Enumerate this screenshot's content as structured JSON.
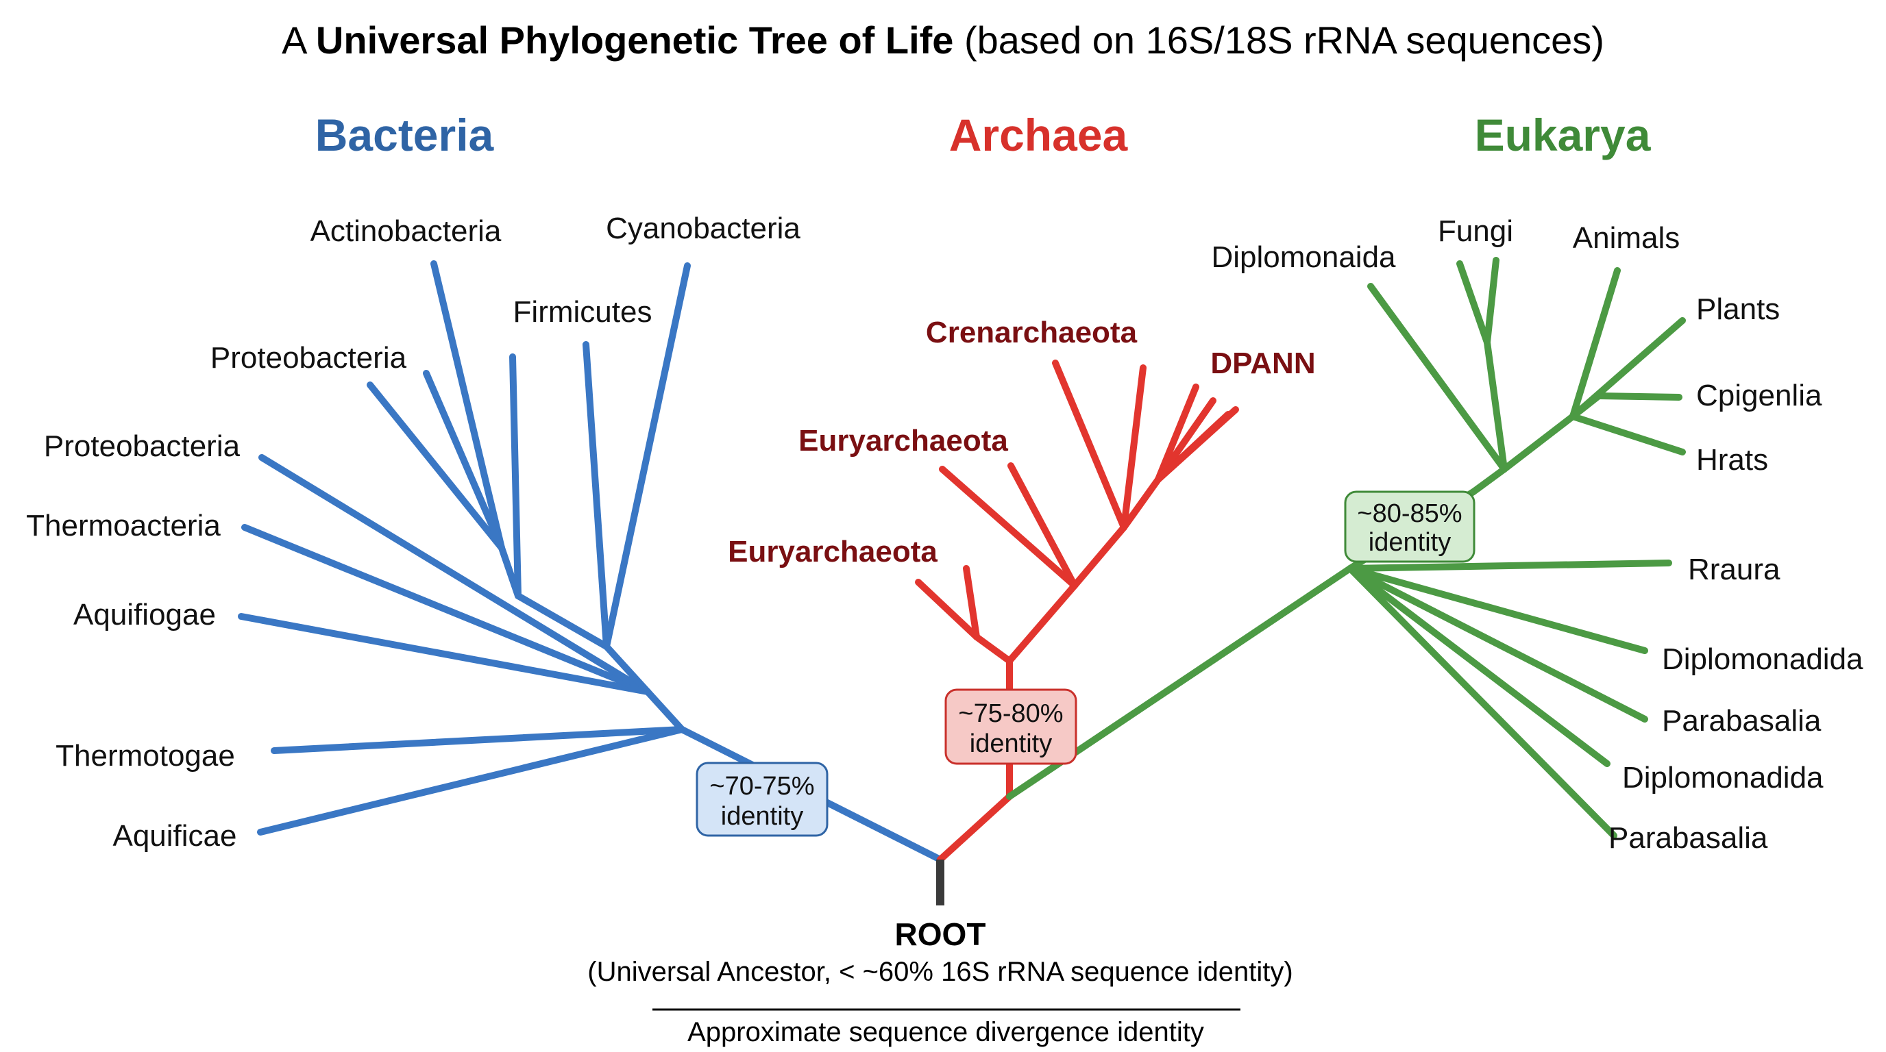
{
  "title": {
    "prefix": "A ",
    "bold": "Universal Phylogenetic Tree of Life",
    "suffix": " (based on 16S/18S rRNA sequences)"
  },
  "colors": {
    "bacteria": "#3a77c4",
    "bacteria_title": "#2f64a5",
    "archaea": "#e2352e",
    "archaea_title": "#d7312b",
    "archaea_leaf": "#7a0f12",
    "eukarya": "#4c9a44",
    "eukarya_title": "#3f8a38",
    "root": "#3a3a3a"
  },
  "domains": {
    "bacteria": "Bacteria",
    "archaea": "Archaea",
    "eukarya": "Eukarya"
  },
  "bacteria_leaves": [
    "Actinobacteria",
    "Cyanobacteria",
    "Firmicutes",
    "Proteobacteria",
    "Proteobacteria",
    "Thermoacteria",
    "Aquifiogae",
    "Thermotogae",
    "Aquificae"
  ],
  "archaea_leaves": [
    "Crenarchaeota",
    "DPANN",
    "Euryarchaeota",
    "Euryarchaeota"
  ],
  "eukarya_leaves": [
    "Diplomonaida",
    "Fungi",
    "Animals",
    "Plants",
    "Cpigenlia",
    "Hrats",
    "Rraura",
    "Diplomonadida",
    "Parabasalia",
    "Diplomonadida",
    "Parabasalia"
  ],
  "identity_boxes": {
    "bacteria": {
      "value": "~70-75%",
      "label": "identity"
    },
    "archaea": {
      "value": "~75-80%",
      "label": "identity"
    },
    "eukarya": {
      "value": "~80-85%",
      "label": "identity"
    }
  },
  "root": {
    "label": "ROOT",
    "sublabel": "(Universal Ancestor, < ~60% 16S rRNA sequence identity)"
  },
  "footer": "Approximate sequence divergence identity"
}
